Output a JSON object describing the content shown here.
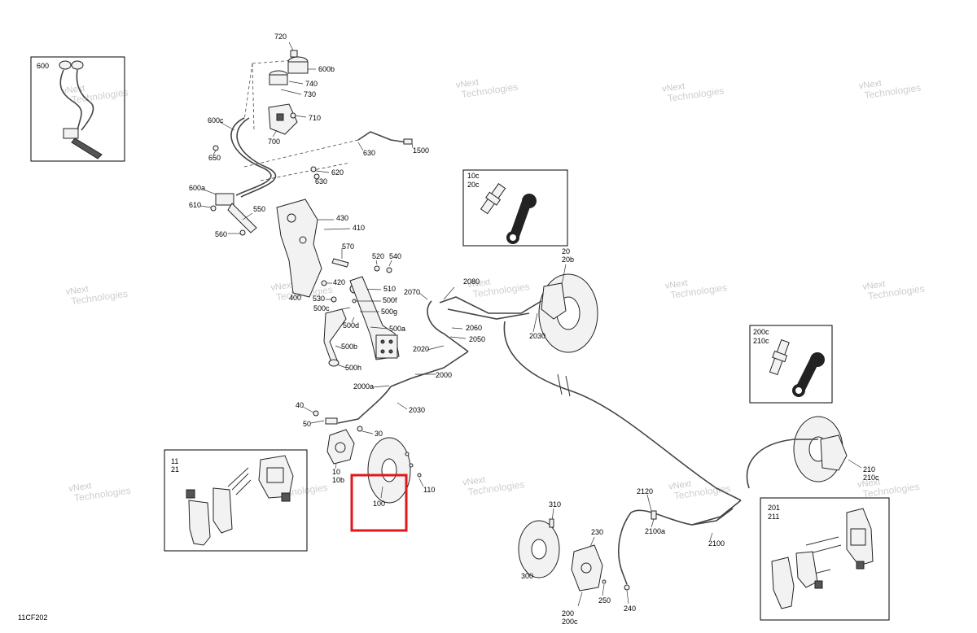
{
  "figure_code": "11CF202",
  "watermark": {
    "line1": "vNext",
    "line2": "Technologies"
  },
  "highlight_color": "#e0171d",
  "highlighted_part": "100",
  "callouts": {
    "c720": "720",
    "c600b": "600b",
    "c740": "740",
    "c730": "730",
    "c710": "710",
    "c700": "700",
    "c600": "600",
    "c600c": "600c",
    "c650": "650",
    "c630a": "630",
    "c1500": "1500",
    "c620": "620",
    "c630b": "630",
    "c600a": "600a",
    "c610": "610",
    "c550": "550",
    "c560": "560",
    "c430": "430",
    "c410": "410",
    "c570": "570",
    "c520": "520",
    "c540": "540",
    "c420": "420",
    "c510": "510",
    "c530": "530",
    "c400": "400",
    "c500f": "500f",
    "c500c": "500c",
    "c500g": "500g",
    "c500d": "500d",
    "c500a": "500a",
    "c500b": "500b",
    "c500h": "500h",
    "c10c": "10c",
    "c20c": "20c",
    "c20": "20",
    "c20b": "20b",
    "c2080": "2080",
    "c2070": "2070",
    "c2060": "2060",
    "c2050": "2050",
    "c2030a": "2030",
    "c2020": "2020",
    "c2000": "2000",
    "c2000a": "2000a",
    "c2030b": "2030",
    "c200c_box": "200c",
    "c210c_box": "210c",
    "c40": "40",
    "c50": "50",
    "c30": "30",
    "c10": "10",
    "c10b": "10b",
    "c110": "110",
    "c100": "100",
    "c11": "11",
    "c21": "21",
    "c210": "210",
    "c210c": "210c",
    "c2120": "2120",
    "c2100a": "2100a",
    "c2100": "2100",
    "c310": "310",
    "c230": "230",
    "c300": "300",
    "c250": "250",
    "c240": "240",
    "c200": "200",
    "c200c": "200c",
    "c201": "201",
    "c211": "211"
  }
}
